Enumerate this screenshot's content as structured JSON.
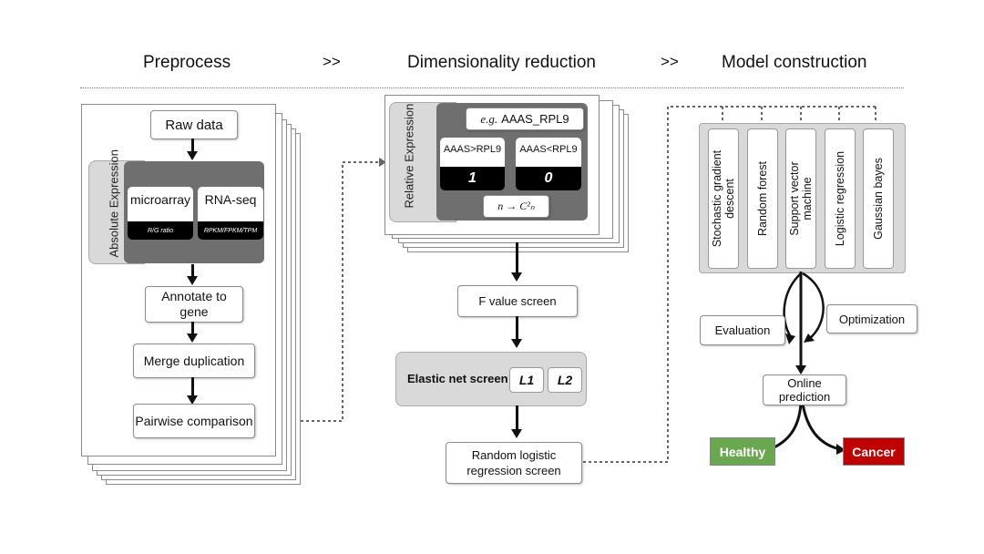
{
  "headers": {
    "preprocess": "Preprocess",
    "sep1": ">>",
    "dimred": "Dimensionality reduction",
    "sep2": ">>",
    "model": "Model construction"
  },
  "preprocess": {
    "raw_data": "Raw data",
    "absolute_expression": "Absolute Expression",
    "microarray": "microarray",
    "microarray_sub": "R/G ratio",
    "rnaseq": "RNA-seq",
    "rnaseq_sub": "RPKM/FPKM/TPM",
    "annotate": "Annotate to gene",
    "merge": "Merge duplication",
    "pairwise": "Pairwise comparison"
  },
  "dimred": {
    "relative_expression": "Relative Expression",
    "example_prefix": "e.g.",
    "example_pair": "AAAS_RPL9",
    "gt_label": "AAAS>RPL9",
    "gt_value": "1",
    "lt_label": "AAAS<RPL9",
    "lt_value": "0",
    "formula": "n → C²ₙ",
    "f_value": "F value screen",
    "elastic": "Elastic net screen",
    "l1": "L1",
    "l2": "L2",
    "random_logistic": "Random logistic regression screen"
  },
  "model": {
    "classifiers": [
      "Stochastic gradient descent",
      "Random forest",
      "Support vector machine",
      "Logistic regression",
      "Gaussian bayes"
    ],
    "evaluation": "Evaluation",
    "optimization": "Optimization",
    "online_prediction": "Online prediction",
    "healthy": "Healthy",
    "cancer": "Cancer"
  },
  "colors": {
    "healthy": "#6aa84f",
    "cancer": "#c00000",
    "dark_panel": "#6f6f6f",
    "light_panel": "#d9d9d9"
  }
}
